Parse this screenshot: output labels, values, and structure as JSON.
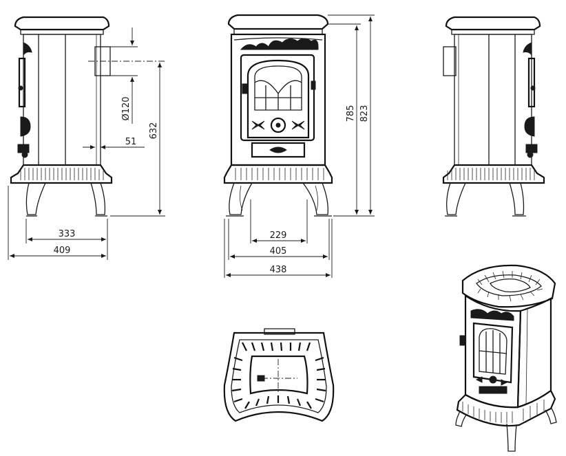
{
  "dimensions": {
    "side_depth_inner": "333",
    "side_depth_outer": "409",
    "flue_diameter": "Ø120",
    "flue_offset": "51",
    "flue_height": "632",
    "front_legs": "229",
    "front_width_body": "405",
    "front_width_top": "438",
    "height_body": "785",
    "height_total": "823"
  },
  "colors": {
    "line": "#1a1a1a",
    "background": "#ffffff"
  }
}
